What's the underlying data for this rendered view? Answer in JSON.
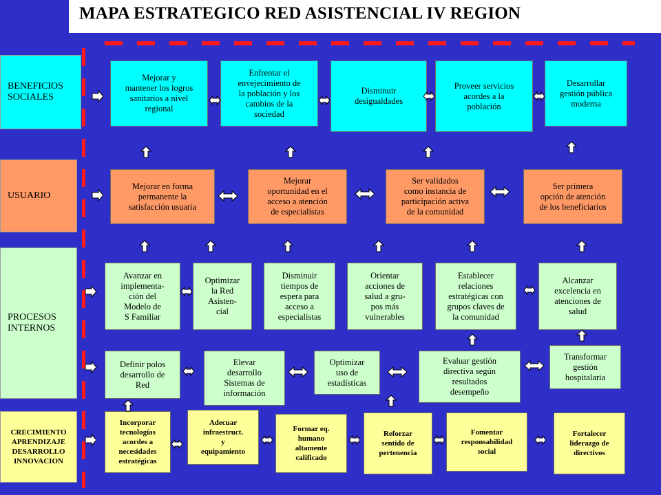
{
  "title": "MAPA ESTRATEGICO RED ASISTENCIAL IV REGION",
  "colors": {
    "background": "#2e2ec8",
    "beneficios": "#00ffff",
    "usuario": "#ff9966",
    "procesos": "#ccffcc",
    "crecimiento": "#ffff99",
    "dashes": "#ff1a1a"
  },
  "perspectives": {
    "beneficios": "BENEFICIOS\nSOCIALES",
    "usuario": "USUARIO",
    "procesos": "PROCESOS\nINTERNOS",
    "crecimiento": "CRECIMIENTO\nAPRENDIZAJE\nDESARROLLO\nINNOVACION"
  },
  "beneficios": [
    "Mejorar y\nmantener los logros\nsanitarios a nivel\nregional",
    "Enfrentar el\nenvejecimiento de\nla población y los\ncambios de la\nsociedad",
    "Disminuir\ndesigualdades",
    "Proveer servicios\nacordes a la\npoblación",
    "Desarrollar\ngestión pública\nmoderna"
  ],
  "usuario": [
    "Mejorar en forma\npermanente la\nsatisfacción usuaria",
    "Mejorar\noportunidad en el\nacceso a atención\nde especialistas",
    "Ser validados\ncomo instancia de\nparticipación activa\nde la comunidad",
    "Ser primera\nopción de atención\nde los beneficiarios"
  ],
  "procesos_row1": [
    "Avanzar en\nimplementa-\nción del\nModelo de\nS Familiar",
    "Optimizar\nla Red\nAsisten-\ncial",
    "Disminuir\ntiempos de\nespera para\nacceso a\nespecialistas",
    "Orientar\nacciones de\nsalud a gru-\npos más\nvulnerables",
    "Establecer\nrelaciones\nestratégicas con\ngrupos claves de\nla comunidad",
    "Alcanzar\nexcelencia en\natenciones de\nsalud"
  ],
  "procesos_row2": [
    "Definir polos\ndesarrollo de\nRed",
    "Elevar\ndesarrollo\nSistemas de\ninformación",
    "Optimizar\nuso de\nestadísticas",
    "Evaluar gestión\ndirectiva según\nresultados\ndesempeño",
    "Transformar\ngestión\nhospitalaria"
  ],
  "crecimiento": [
    "Incorporar\ntecnologías\nacordes a\nnecesidades\nestratégicas",
    "Adecuar\ninfraestruct.\ny\nequipamiento",
    "Formar eq.\nhumano\naltamente\ncalificado",
    "Reforzar\nsentido de\npertenencia",
    "Fomentar\nresponsabilidad\nsocial",
    "Fortalecer\nliderazgo de\ndirectivos"
  ]
}
